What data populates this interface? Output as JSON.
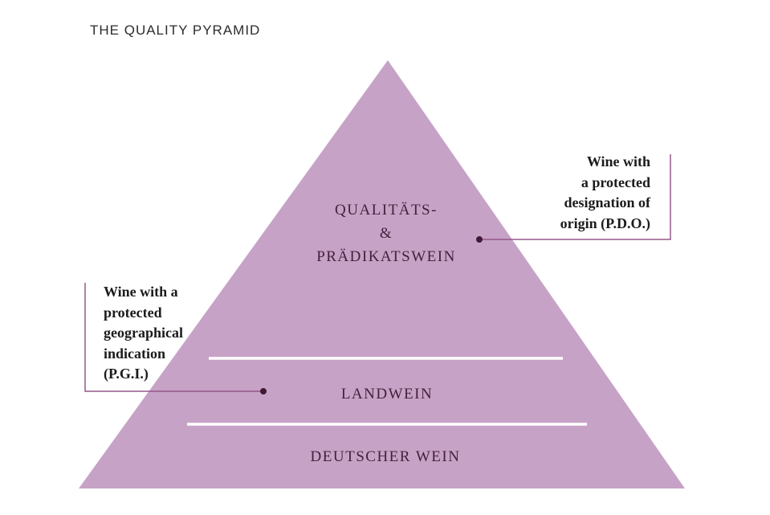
{
  "title": "THE QUALITY PYRAMID",
  "diagram": {
    "type": "pyramid",
    "tiers": [
      {
        "id": "qualitaets-und-praedikatswein",
        "level": "top",
        "lines": [
          "QUALITÄTS-",
          "&",
          "PRÄDIKATSWEIN"
        ]
      },
      {
        "id": "landwein",
        "level": "middle",
        "lines": [
          "LANDWEIN"
        ]
      },
      {
        "id": "deutscher-wein",
        "level": "bottom",
        "lines": [
          "DEUTSCHER WEIN"
        ]
      }
    ]
  },
  "annotations": {
    "pdo": {
      "side": "right",
      "lines": [
        "Wine with",
        "a protected",
        "designation of",
        "origin (P.D.O.)"
      ],
      "points_to": "QUALITÄTS- & PRÄDIKATSWEIN"
    },
    "pgi": {
      "side": "left",
      "lines": [
        "Wine with a",
        "protected",
        "geographical",
        "indication",
        "(P.G.I.)"
      ],
      "points_to": "LANDWEIN"
    }
  },
  "colors": {
    "background": "#ffffff",
    "pyramid_fill": "#c7a2c7",
    "tier_text": "#45203b",
    "divider": "#ffffff",
    "connector_line": "#96588a",
    "connector_dot": "#3f1a35",
    "annotation_text": "#1b1b1b",
    "title_text": "#2d2d2d"
  }
}
